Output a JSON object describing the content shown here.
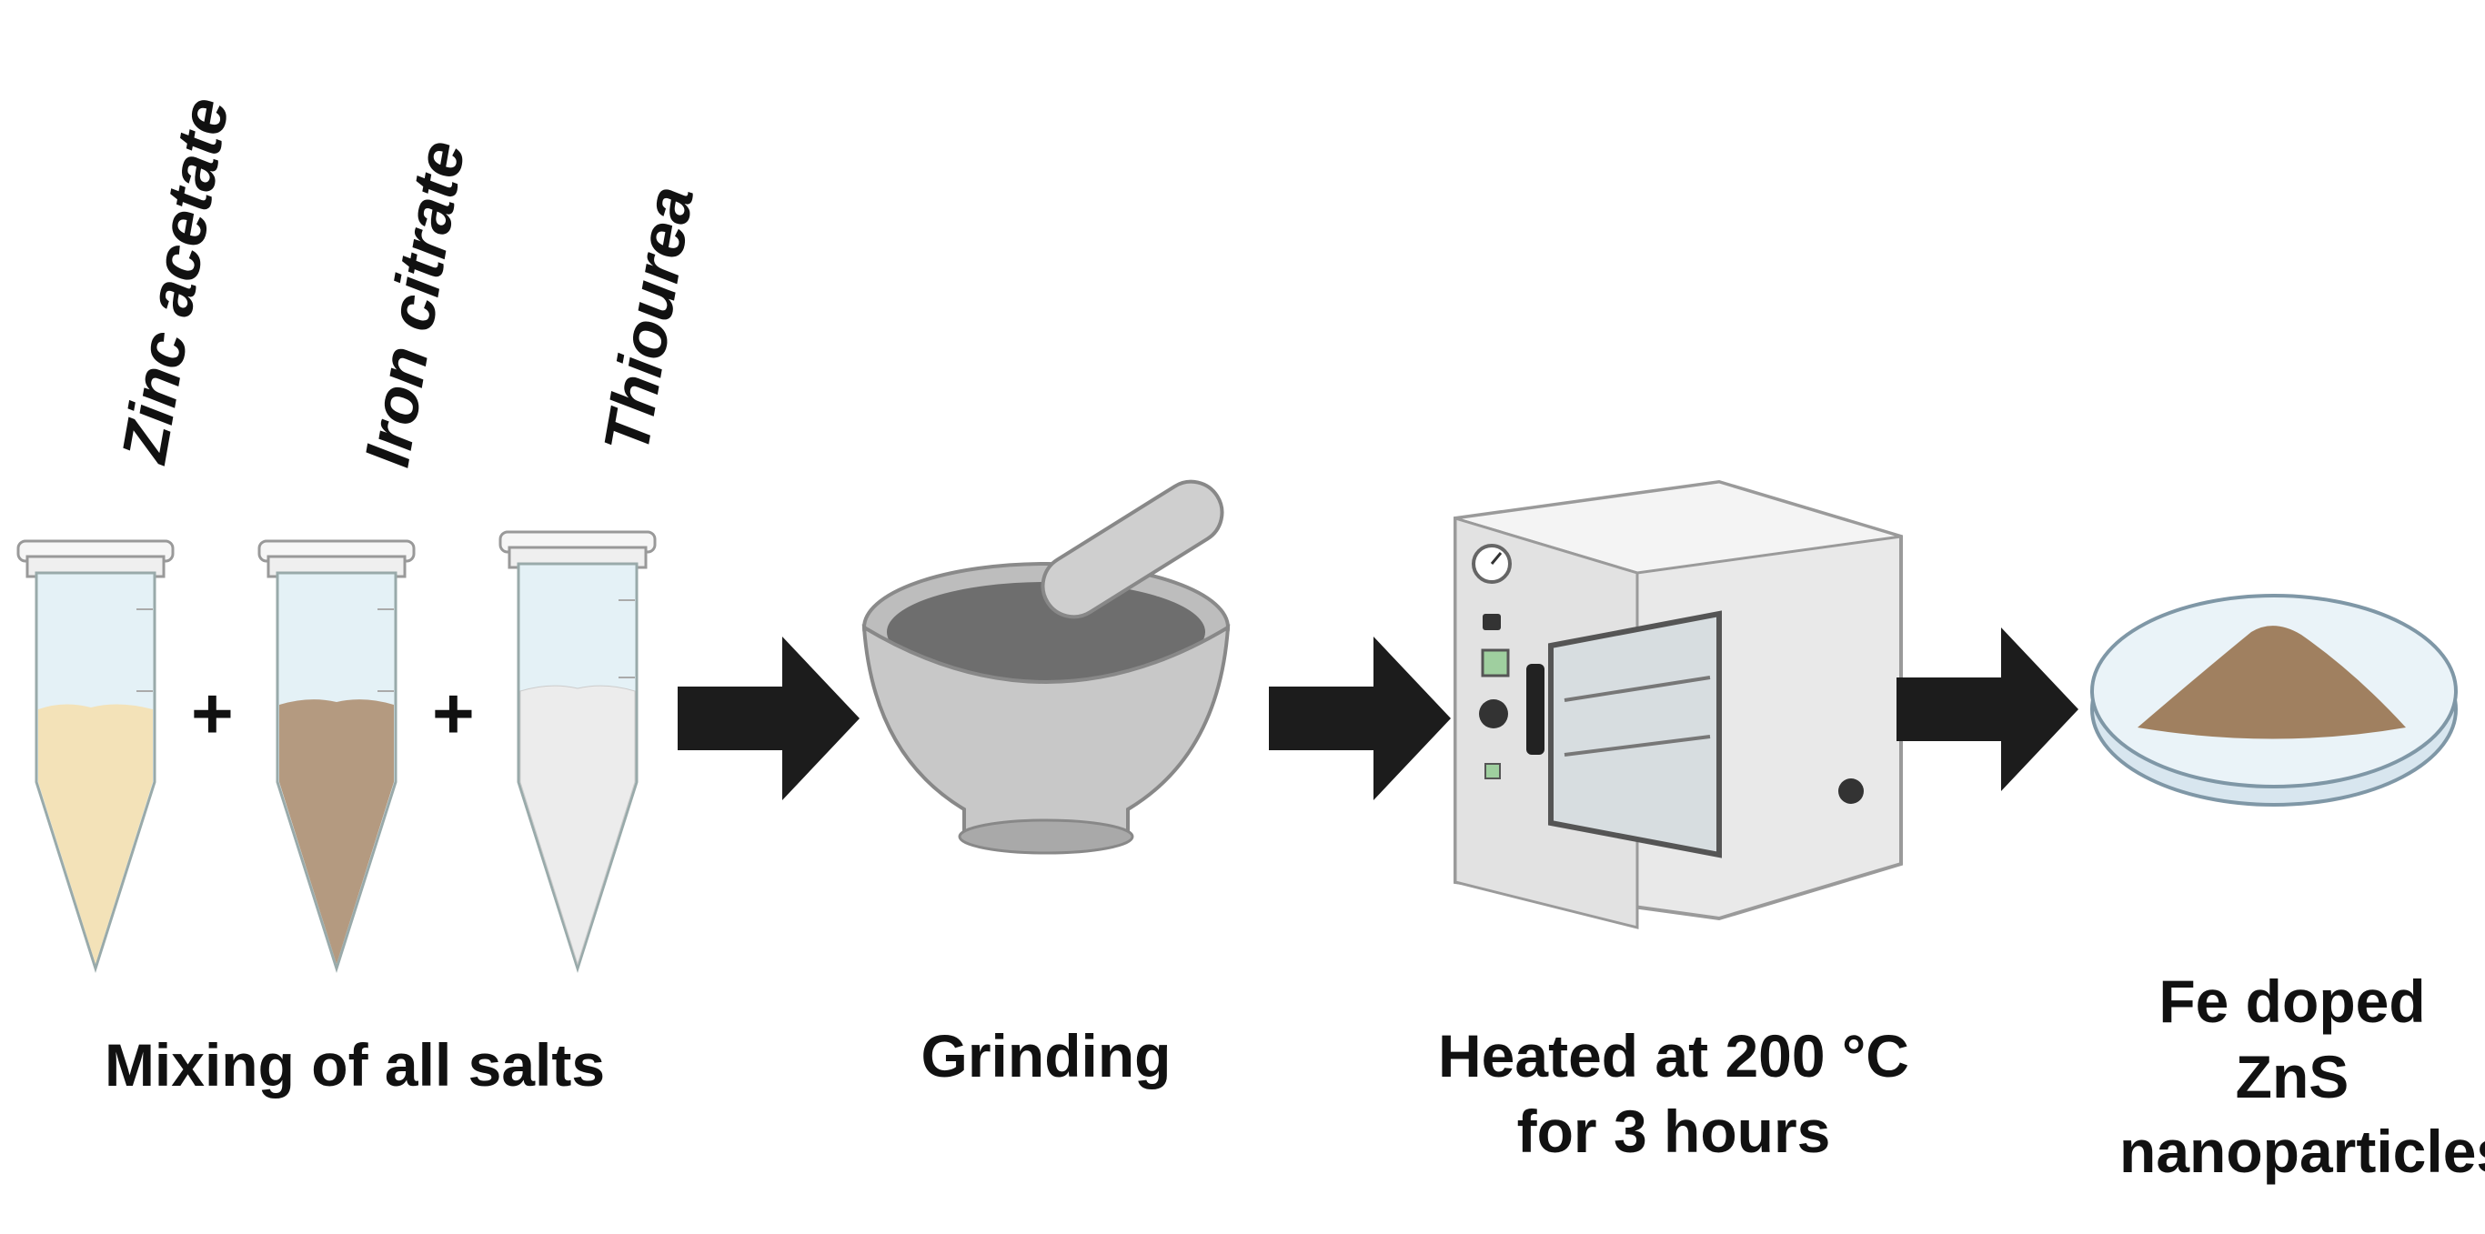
{
  "reagents": [
    {
      "label": "Zinc acetate",
      "powder_color": "#f3e2b8"
    },
    {
      "label": "Iron citrate",
      "powder_color": "#b49a80"
    },
    {
      "label": "Thiourea",
      "powder_color": "#ececec"
    }
  ],
  "plus_symbol": "+",
  "steps": {
    "mixing": "Mixing of all salts",
    "grinding": "Grinding",
    "heating_line1": "Heated at 200 °C",
    "heating_line2": "for 3 hours",
    "product_line1": "Fe doped",
    "product_line2": "ZnS",
    "product_line3": "nanoparticles"
  },
  "colors": {
    "arrow": "#1c1c1c",
    "mortar": "#c8c8c8",
    "oven_body": "#e9e9e9",
    "product_powder": "#a08060",
    "dish": "#dfeaf2"
  }
}
